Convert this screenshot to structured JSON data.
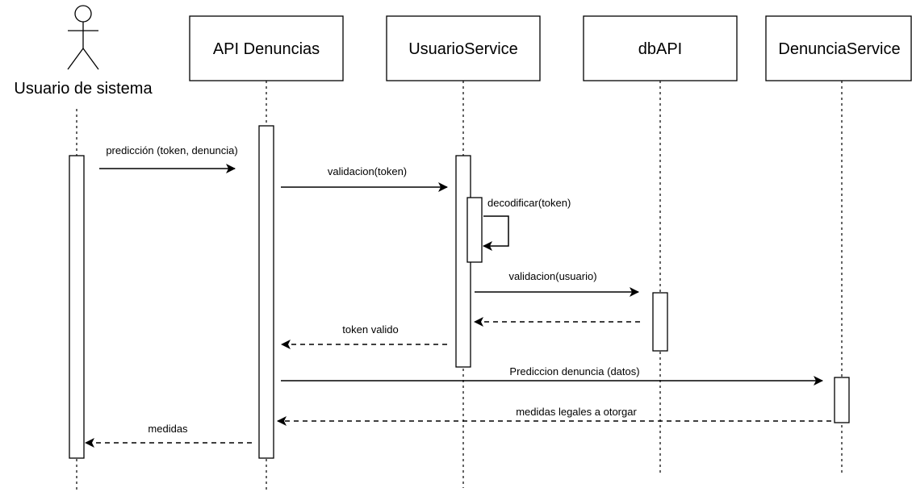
{
  "diagram": {
    "type": "sequence",
    "actor": {
      "label": "Usuario de sistema"
    },
    "participants": [
      {
        "id": "api",
        "label": "API Denuncias"
      },
      {
        "id": "usuario",
        "label": "UsuarioService"
      },
      {
        "id": "db",
        "label": "dbAPI"
      },
      {
        "id": "denuncia",
        "label": "DenunciaService"
      }
    ],
    "messages": [
      {
        "from": "actor",
        "to": "api",
        "label": "predicción (token, denuncia)",
        "style": "sync"
      },
      {
        "from": "api",
        "to": "usuario",
        "label": "validacion(token)",
        "style": "sync"
      },
      {
        "from": "usuario",
        "to": "usuario",
        "label": "decodificar(token)",
        "style": "self"
      },
      {
        "from": "usuario",
        "to": "db",
        "label": "validacion(usuario)",
        "style": "sync"
      },
      {
        "from": "db",
        "to": "usuario",
        "label": "",
        "style": "return"
      },
      {
        "from": "usuario",
        "to": "api",
        "label": "token valido",
        "style": "return"
      },
      {
        "from": "api",
        "to": "denuncia",
        "label": "Prediccion denuncia (datos)",
        "style": "sync"
      },
      {
        "from": "denuncia",
        "to": "api",
        "label": "medidas legales a otorgar",
        "style": "return"
      },
      {
        "from": "api",
        "to": "actor",
        "label": "medidas",
        "style": "return"
      }
    ]
  }
}
